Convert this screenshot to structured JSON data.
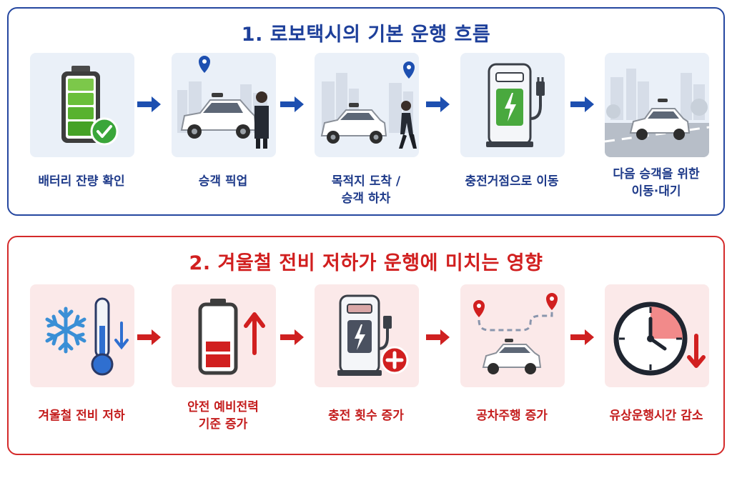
{
  "sections": [
    {
      "title": "1. 로보택시의 기본 운행 흐름",
      "steps": [
        {
          "label": "배터리 잔량 확인",
          "icon": "battery-check-icon"
        },
        {
          "label": "승객 픽업",
          "icon": "passenger-pickup-icon"
        },
        {
          "label": "목적지 도착 /\n승객 하차",
          "icon": "passenger-dropoff-icon"
        },
        {
          "label": "충전거점으로 이동",
          "icon": "charging-station-icon"
        },
        {
          "label": "다음 승객을 위한\n이동·대기",
          "icon": "car-on-road-icon"
        }
      ]
    },
    {
      "title": "2. 겨울철 전비 저하가 운행에 미치는 영향",
      "steps": [
        {
          "label": "겨울철 전비 저하",
          "icon": "snowflake-thermometer-icon"
        },
        {
          "label": "안전 예비전력\n기준 증가",
          "icon": "low-battery-up-icon"
        },
        {
          "label": "충전 횟수 증가",
          "icon": "charger-plus-icon"
        },
        {
          "label": "공차주행 증가",
          "icon": "empty-driving-route-icon"
        },
        {
          "label": "유상운행시간 감소",
          "icon": "clock-down-icon"
        }
      ]
    }
  ],
  "colors": {
    "blue": "#1d3f9a",
    "red": "#d11f1f",
    "green": "#3aa63a"
  }
}
